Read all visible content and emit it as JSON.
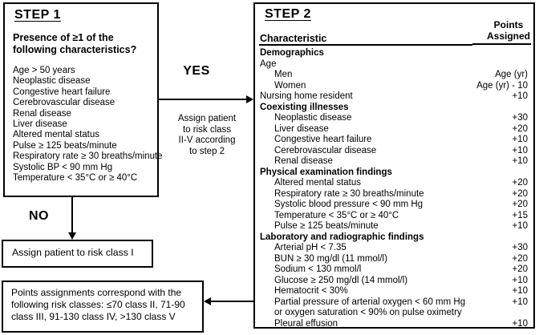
{
  "step1": {
    "title": "STEP 1",
    "question_line1": "Presence of ≥1 of the",
    "question_line2": "following characteristics?",
    "items": [
      "Age > 50 years",
      "Neoplastic disease",
      "Congestive heart failure",
      "Cerebrovascular disease",
      "Renal disease",
      "Liver disease",
      "Altered mental status",
      "Pulse ≥ 125 beats/minute",
      "Respiratory rate ≥ 30 breaths/minute",
      "Systolic BP < 90 mm Hg",
      "Temperature < 35°C or ≥ 40°C"
    ]
  },
  "decision": {
    "yes_label": "YES",
    "no_label": "NO",
    "yes_note_lines": [
      "Assign patient",
      "to risk class",
      "II-V according",
      "to step 2"
    ]
  },
  "step2": {
    "title": "STEP 2",
    "col_characteristic": "Characteristic",
    "col_points_line1": "Points",
    "col_points_line2": "Assigned",
    "rows": [
      {
        "label": "Demographics",
        "bold": true,
        "indent": 0,
        "points": ""
      },
      {
        "label": "Age",
        "bold": false,
        "indent": 0,
        "points": ""
      },
      {
        "label": "Men",
        "bold": false,
        "indent": 1,
        "points": "Age (yr)"
      },
      {
        "label": "Women",
        "bold": false,
        "indent": 1,
        "points": "Age (yr) - 10"
      },
      {
        "label": "Nursing home resident",
        "bold": false,
        "indent": 0,
        "points": "+10"
      },
      {
        "label": "Coexisting illnesses",
        "bold": true,
        "indent": 0,
        "points": ""
      },
      {
        "label": "Neoplastic disease",
        "bold": false,
        "indent": 1,
        "points": "+30"
      },
      {
        "label": "Liver disease",
        "bold": false,
        "indent": 1,
        "points": "+20"
      },
      {
        "label": "Congestive heart failure",
        "bold": false,
        "indent": 1,
        "points": "+10"
      },
      {
        "label": "Cerebrovascular disease",
        "bold": false,
        "indent": 1,
        "points": "+10"
      },
      {
        "label": "Renal disease",
        "bold": false,
        "indent": 1,
        "points": "+10"
      },
      {
        "label": "Physical examination findings",
        "bold": true,
        "indent": 0,
        "points": ""
      },
      {
        "label": "Altered mental status",
        "bold": false,
        "indent": 1,
        "points": "+20"
      },
      {
        "label": "Respiratory rate ≥ 30 breaths/minute",
        "bold": false,
        "indent": 1,
        "points": "+20"
      },
      {
        "label": "Systolic blood pressure < 90 mm Hg",
        "bold": false,
        "indent": 1,
        "points": "+20"
      },
      {
        "label": "Temperature < 35°C or ≥ 40°C",
        "bold": false,
        "indent": 1,
        "points": "+15"
      },
      {
        "label": "Pulse ≥ 125 beats/minute",
        "bold": false,
        "indent": 1,
        "points": "+10"
      },
      {
        "label": "Laboratory and radiographic findings",
        "bold": true,
        "indent": 0,
        "points": ""
      },
      {
        "label": "Arterial pH < 7.35",
        "bold": false,
        "indent": 1,
        "points": "+30"
      },
      {
        "label": "BUN ≥ 30 mg/dl (11 mmol/l)",
        "bold": false,
        "indent": 1,
        "points": "+20"
      },
      {
        "label": "Sodium < 130 mmol/l",
        "bold": false,
        "indent": 1,
        "points": "+20"
      },
      {
        "label": "Glucose ≥ 250 mg/dl (14 mmol/l)",
        "bold": false,
        "indent": 1,
        "points": "+10"
      },
      {
        "label": "Hematocrit < 30%",
        "bold": false,
        "indent": 1,
        "points": "+10"
      },
      {
        "label": "Partial pressure of arterial oxygen < 60 mm Hg",
        "bold": false,
        "indent": 1,
        "points": "+10"
      },
      {
        "label": "or oxygen saturation < 90% on pulse oximetry",
        "bold": false,
        "indent": 1,
        "points": ""
      },
      {
        "label": "Pleural effusion",
        "bold": false,
        "indent": 1,
        "points": "+10"
      }
    ]
  },
  "outcomes": {
    "risk_class_1": "Assign patient to risk class I",
    "points_note_lines": [
      "Points assignments correspond with the",
      "following risk classes: ≤70 class II, 71-90",
      "class III, 91-130 class IV, >130 class V"
    ]
  },
  "colors": {
    "line": "#000000",
    "background": "#ffffff",
    "text": "#000000"
  }
}
